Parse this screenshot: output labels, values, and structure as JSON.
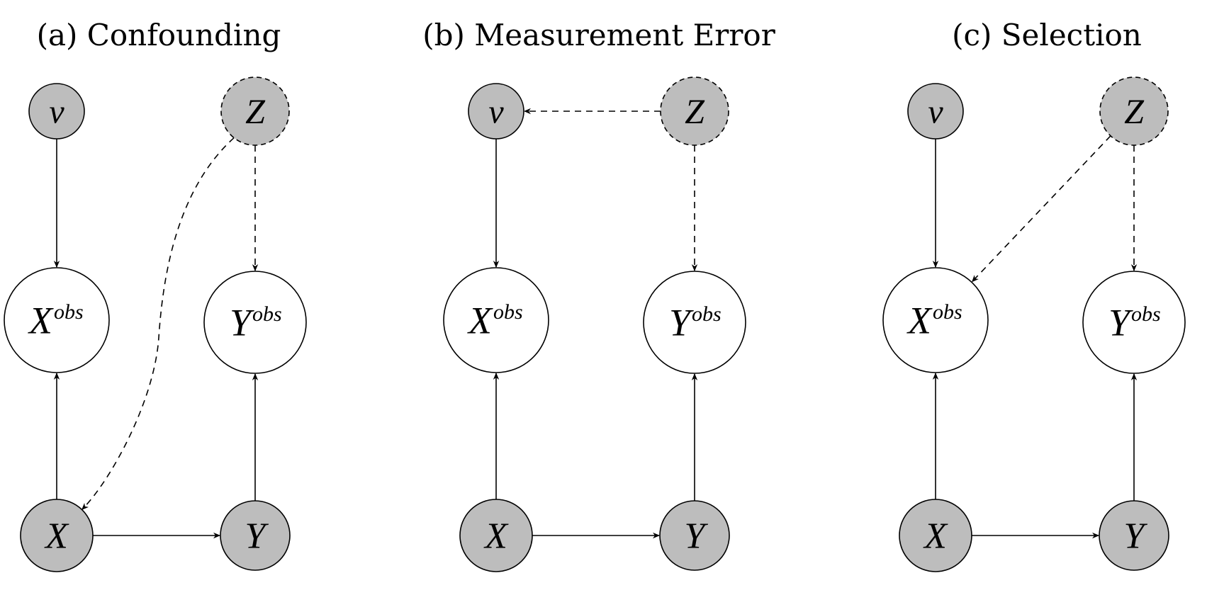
{
  "colors": {
    "observed_fill": "#bdbdbd",
    "measured_fill": "#ffffff",
    "stroke": "#000000"
  },
  "panels": [
    {
      "title": "(a) Confounding",
      "nodes": [
        {
          "id": "nu",
          "label": "ν",
          "sup": "",
          "fill": "observed_fill",
          "latent": false
        },
        {
          "id": "z",
          "label": "Z",
          "sup": "",
          "fill": "observed_fill",
          "latent": true
        },
        {
          "id": "xobs",
          "label": "X",
          "sup": "obs",
          "fill": "measured_fill",
          "latent": false
        },
        {
          "id": "yobs",
          "label": "Y",
          "sup": "obs",
          "fill": "measured_fill",
          "latent": false
        },
        {
          "id": "x",
          "label": "X",
          "sup": "",
          "fill": "observed_fill",
          "latent": false
        },
        {
          "id": "y",
          "label": "Y",
          "sup": "",
          "fill": "observed_fill",
          "latent": false
        }
      ],
      "edges": [
        {
          "from": "nu",
          "to": "xobs",
          "style": "solid",
          "shape": "straight"
        },
        {
          "from": "x",
          "to": "xobs",
          "style": "solid",
          "shape": "straight"
        },
        {
          "from": "x",
          "to": "y",
          "style": "solid",
          "shape": "straight"
        },
        {
          "from": "y",
          "to": "yobs",
          "style": "solid",
          "shape": "straight"
        },
        {
          "from": "z",
          "to": "yobs",
          "style": "dashed",
          "shape": "straight"
        },
        {
          "from": "z",
          "to": "x",
          "style": "dashed",
          "shape": "curved"
        }
      ]
    },
    {
      "title": "(b) Measurement Error",
      "nodes": [
        {
          "id": "nu",
          "label": "ν",
          "sup": "",
          "fill": "observed_fill",
          "latent": false
        },
        {
          "id": "z",
          "label": "Z",
          "sup": "",
          "fill": "observed_fill",
          "latent": true
        },
        {
          "id": "xobs",
          "label": "X",
          "sup": "obs",
          "fill": "measured_fill",
          "latent": false
        },
        {
          "id": "yobs",
          "label": "Y",
          "sup": "obs",
          "fill": "measured_fill",
          "latent": false
        },
        {
          "id": "x",
          "label": "X",
          "sup": "",
          "fill": "observed_fill",
          "latent": false
        },
        {
          "id": "y",
          "label": "Y",
          "sup": "",
          "fill": "observed_fill",
          "latent": false
        }
      ],
      "edges": [
        {
          "from": "nu",
          "to": "xobs",
          "style": "solid",
          "shape": "straight"
        },
        {
          "from": "x",
          "to": "xobs",
          "style": "solid",
          "shape": "straight"
        },
        {
          "from": "x",
          "to": "y",
          "style": "solid",
          "shape": "straight"
        },
        {
          "from": "y",
          "to": "yobs",
          "style": "solid",
          "shape": "straight"
        },
        {
          "from": "z",
          "to": "yobs",
          "style": "dashed",
          "shape": "straight"
        },
        {
          "from": "z",
          "to": "nu",
          "style": "dashed",
          "shape": "straight"
        }
      ]
    },
    {
      "title": "(c) Selection",
      "nodes": [
        {
          "id": "nu",
          "label": "ν",
          "sup": "",
          "fill": "observed_fill",
          "latent": false
        },
        {
          "id": "z",
          "label": "Z",
          "sup": "",
          "fill": "observed_fill",
          "latent": true
        },
        {
          "id": "xobs",
          "label": "X",
          "sup": "obs",
          "fill": "measured_fill",
          "latent": false
        },
        {
          "id": "yobs",
          "label": "Y",
          "sup": "obs",
          "fill": "measured_fill",
          "latent": false
        },
        {
          "id": "x",
          "label": "X",
          "sup": "",
          "fill": "observed_fill",
          "latent": false
        },
        {
          "id": "y",
          "label": "Y",
          "sup": "",
          "fill": "observed_fill",
          "latent": false
        }
      ],
      "edges": [
        {
          "from": "nu",
          "to": "xobs",
          "style": "solid",
          "shape": "straight"
        },
        {
          "from": "x",
          "to": "xobs",
          "style": "solid",
          "shape": "straight"
        },
        {
          "from": "x",
          "to": "y",
          "style": "solid",
          "shape": "straight"
        },
        {
          "from": "y",
          "to": "yobs",
          "style": "solid",
          "shape": "straight"
        },
        {
          "from": "z",
          "to": "yobs",
          "style": "dashed",
          "shape": "straight"
        },
        {
          "from": "z",
          "to": "xobs",
          "style": "dashed",
          "shape": "straight"
        }
      ]
    }
  ]
}
